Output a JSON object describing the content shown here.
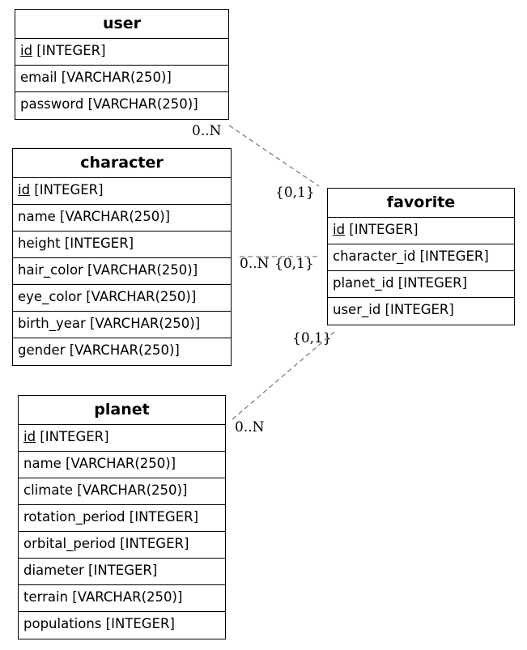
{
  "entities": {
    "user": {
      "title": "user",
      "pk": "id",
      "pk_type": " [INTEGER]",
      "fields": [
        "email [VARCHAR(250)]",
        "password [VARCHAR(250)]"
      ]
    },
    "character": {
      "title": "character",
      "pk": "id",
      "pk_type": " [INTEGER]",
      "fields": [
        "name [VARCHAR(250)]",
        "height [INTEGER]",
        "hair_color [VARCHAR(250)]",
        "eye_color [VARCHAR(250)]",
        "birth_year [VARCHAR(250)]",
        "gender [VARCHAR(250)]"
      ]
    },
    "favorite": {
      "title": "favorite",
      "pk": "id",
      "pk_type": " [INTEGER]",
      "fields": [
        "character_id [INTEGER]",
        "planet_id [INTEGER]",
        "user_id [INTEGER]"
      ]
    },
    "planet": {
      "title": "planet",
      "pk": "id",
      "pk_type": " [INTEGER]",
      "fields": [
        "name [VARCHAR(250)]",
        "climate [VARCHAR(250)]",
        "rotation_period [INTEGER]",
        "orbital_period [INTEGER]",
        "diameter [INTEGER]",
        "terrain [VARCHAR(250)]",
        "populations [INTEGER]"
      ]
    }
  },
  "relationships": {
    "user_favorite": {
      "from_card": "0..N",
      "to_card": "{0,1}"
    },
    "character_favorite": {
      "from_card": "0..N",
      "to_card": "{0,1}"
    },
    "planet_favorite": {
      "from_card": "0..N",
      "to_card": "{0,1}"
    }
  },
  "colors": {
    "edge": "#808080",
    "border": "#000000"
  }
}
